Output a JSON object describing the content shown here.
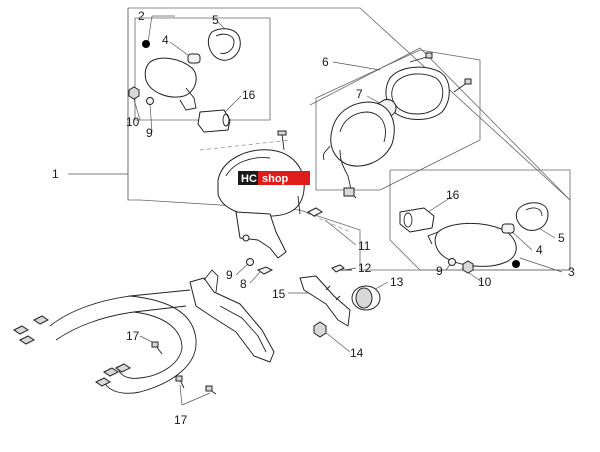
{
  "callouts": [
    {
      "id": "c1",
      "text": "1"
    },
    {
      "id": "c2",
      "text": "2"
    },
    {
      "id": "c3",
      "text": "3"
    },
    {
      "id": "c4a",
      "text": "4"
    },
    {
      "id": "c4b",
      "text": "4"
    },
    {
      "id": "c5a",
      "text": "5"
    },
    {
      "id": "c5b",
      "text": "5"
    },
    {
      "id": "c6",
      "text": "6"
    },
    {
      "id": "c7",
      "text": "7"
    },
    {
      "id": "c8",
      "text": "8"
    },
    {
      "id": "c9a",
      "text": "9"
    },
    {
      "id": "c9b",
      "text": "9"
    },
    {
      "id": "c9c",
      "text": "9"
    },
    {
      "id": "c10a",
      "text": "10"
    },
    {
      "id": "c10b",
      "text": "10"
    },
    {
      "id": "c11",
      "text": "11"
    },
    {
      "id": "c12",
      "text": "12"
    },
    {
      "id": "c13",
      "text": "13"
    },
    {
      "id": "c14",
      "text": "14"
    },
    {
      "id": "c15",
      "text": "15"
    },
    {
      "id": "c16a",
      "text": "16"
    },
    {
      "id": "c16b",
      "text": "16"
    },
    {
      "id": "c17a",
      "text": "17"
    },
    {
      "id": "c17b",
      "text": "17"
    }
  ],
  "logo": {
    "left": "HC",
    "right": "shop",
    "left_color": "#ffffff",
    "right_color": "#ffffff",
    "left_bg": "#1a1a1a",
    "right_bg": "#e01b1b"
  },
  "colors": {
    "line": "#222222",
    "frame": "#666666",
    "label": "#1a1a1a"
  }
}
